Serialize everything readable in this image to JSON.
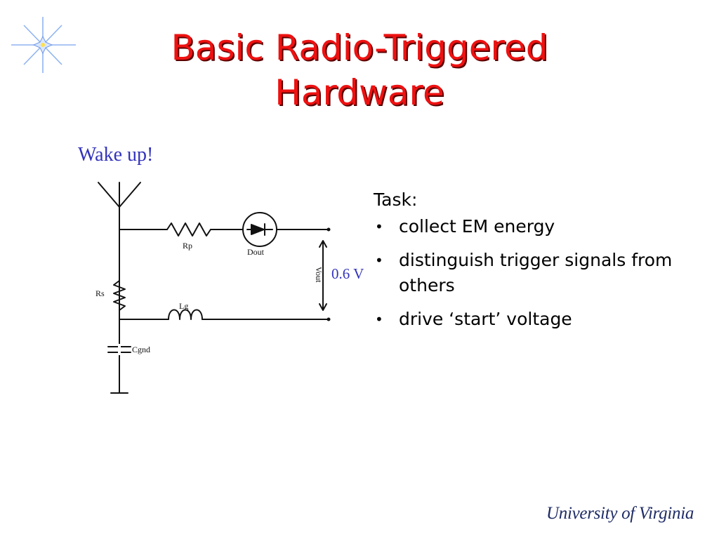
{
  "title": {
    "line1": "Basic Radio-Triggered",
    "line2": "Hardware"
  },
  "wake_label": "Wake up!",
  "circuit": {
    "labels": {
      "rp": "Rp",
      "dout": "Dout",
      "rs": "Rs",
      "lg": "Lg",
      "cgnd": "Cgnd",
      "vout": "Vout"
    }
  },
  "voltage_label": "0.6 V",
  "task": {
    "heading": "Task:",
    "items": [
      "collect EM energy",
      "distinguish trigger signals from others",
      "drive ‘start’ voltage"
    ],
    "bullet": "•"
  },
  "logo_text": "University of Virginia",
  "colors": {
    "title": "#ee1111",
    "accent_text": "#3333bb",
    "logo": "#1f2c66"
  },
  "icons": {
    "corner": "starburst-icon"
  }
}
